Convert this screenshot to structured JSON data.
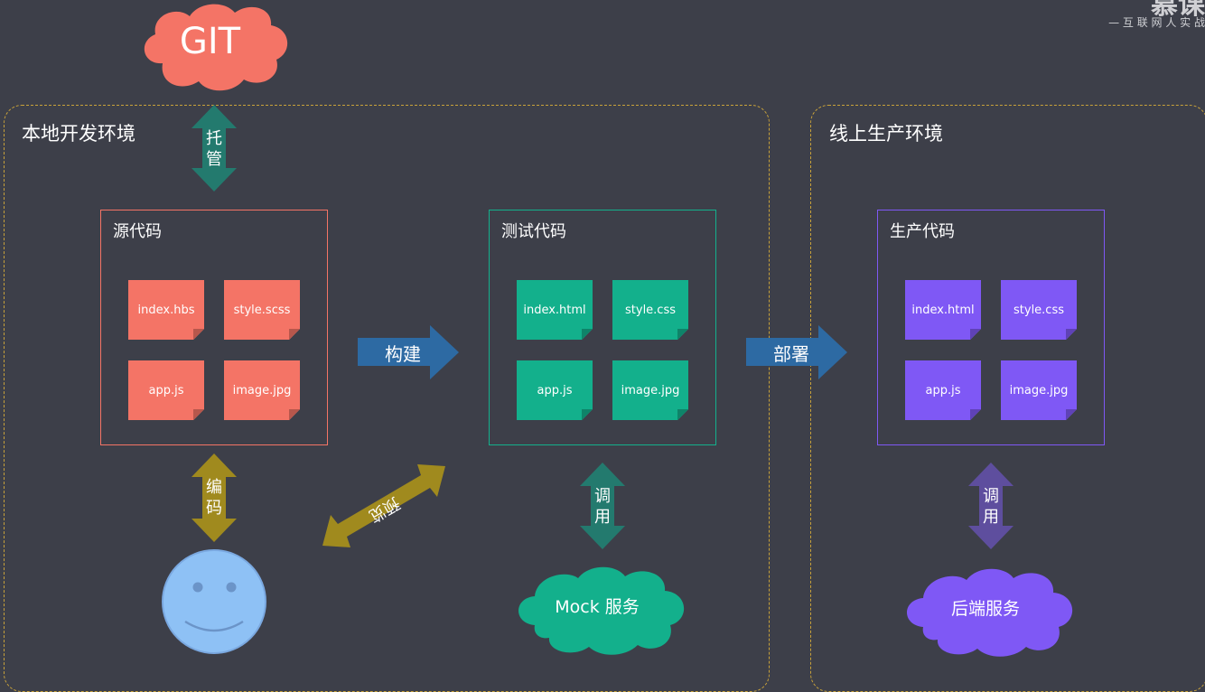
{
  "watermark": {
    "logo": "慕课网",
    "tagline": "— 互 联 网 人 实 战"
  },
  "git": {
    "label": "GIT",
    "color": "#f47466"
  },
  "local_env": {
    "title": "本地开发环境"
  },
  "prod_env": {
    "title": "线上生产环境"
  },
  "source_code": {
    "title": "源代码",
    "color": "#f47466",
    "border": "#f47466",
    "files": [
      "index.hbs",
      "style.scss",
      "app.js",
      "image.jpg"
    ]
  },
  "test_code": {
    "title": "测试代码",
    "color": "#13b08c",
    "border": "#13b08c",
    "files": [
      "index.html",
      "style.css",
      "app.js",
      "image.jpg"
    ]
  },
  "prod_code": {
    "title": "生产代码",
    "color": "#7f58f5",
    "border": "#7f58f5",
    "files": [
      "index.html",
      "style.css",
      "app.js",
      "image.jpg"
    ]
  },
  "arrows": {
    "host": {
      "label": "托管",
      "color": "#237a6e"
    },
    "build": {
      "label": "构建",
      "color": "#2d6aa3"
    },
    "deploy": {
      "label": "部署",
      "color": "#2d6aa3"
    },
    "encode": {
      "label": "编码",
      "color": "#a08a1e"
    },
    "preview": {
      "label": "预览",
      "color": "#a08a1e"
    },
    "call_mock": {
      "label": "调用",
      "color": "#237a6e"
    },
    "call_backend": {
      "label": "调用",
      "color": "#5e4e9e"
    }
  },
  "mock_service": {
    "label": "Mock 服务",
    "color": "#13b08c"
  },
  "backend_service": {
    "label": "后端服务",
    "color": "#7f58f5"
  },
  "developer": {
    "icon": "smiley-face-icon",
    "color": "#8ec1f5"
  }
}
